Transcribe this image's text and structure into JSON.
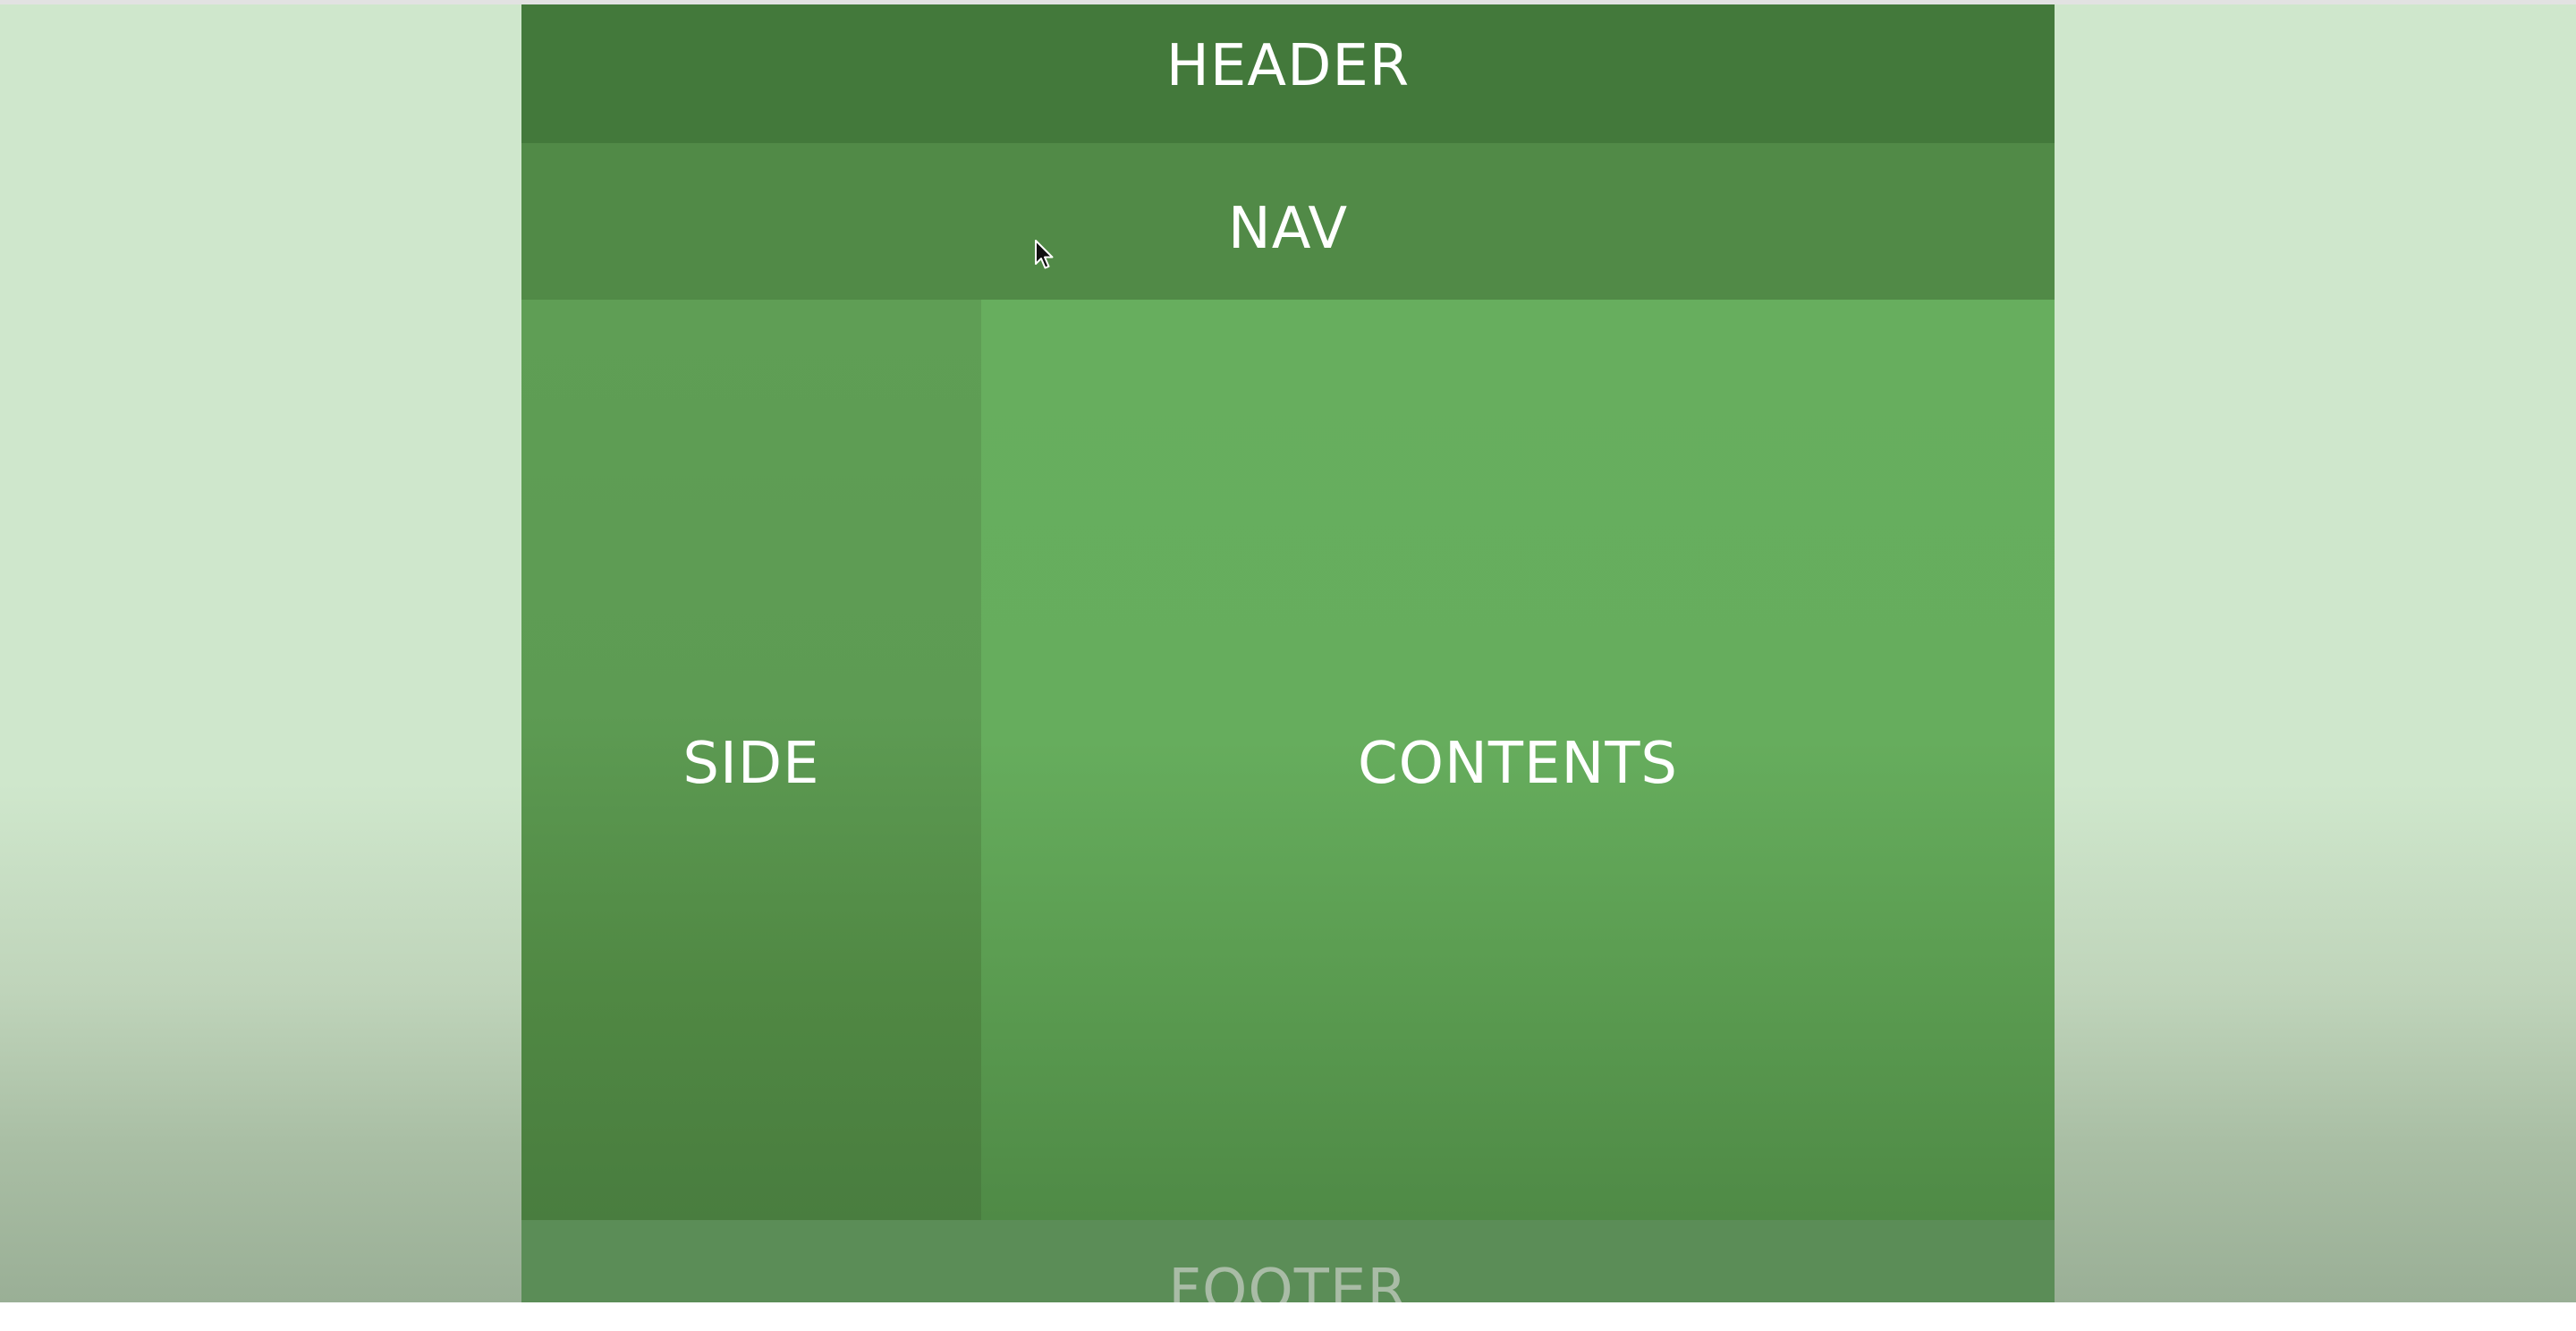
{
  "layout": {
    "header_label": "HEADER",
    "nav_label": "NAV",
    "side_label": "SIDE",
    "contents_label": "CONTENTS",
    "footer_label": "FOOTER"
  },
  "colors": {
    "page_background": "#cfe7cc",
    "header": "#43793b",
    "nav": "#518a47",
    "side": "#5f9e55",
    "contents": "#67ae5e",
    "footer": "#5b8d57"
  },
  "icons": {
    "cursor": "mouse-pointer-icon"
  }
}
